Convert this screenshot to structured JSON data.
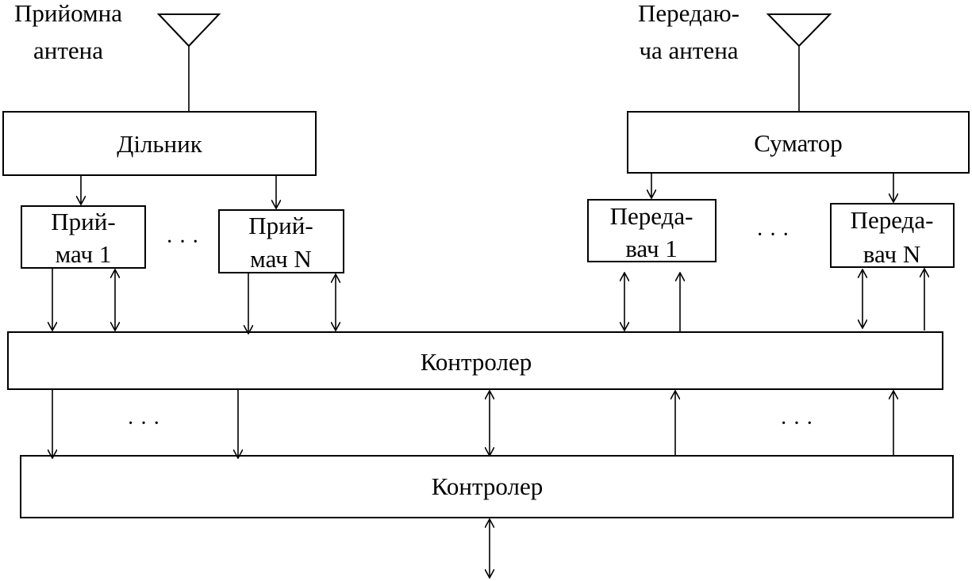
{
  "antennas": {
    "receive_label_line1": "Прийомна",
    "receive_label_line2": "антена",
    "transmit_label_line1": "Передаю-",
    "transmit_label_line2": "ча антена"
  },
  "blocks": {
    "splitter": "Дільник",
    "combiner": "Суматор",
    "receiver_1_line1": "Прий-",
    "receiver_1_line2": "мач 1",
    "receiver_n_line1": "Прий-",
    "receiver_n_line2": "мач N",
    "transmitter_1_line1": "Переда-",
    "transmitter_1_line2": "вач 1",
    "transmitter_n_line1": "Переда-",
    "transmitter_n_line2": "вач N",
    "controller_upper": "Контролер",
    "controller_lower": "Контролер"
  },
  "ellipsis": {
    "receivers": "· · ·",
    "transmitters": "· · ·",
    "lower_left": "· · ·",
    "lower_right": "· · ·"
  }
}
